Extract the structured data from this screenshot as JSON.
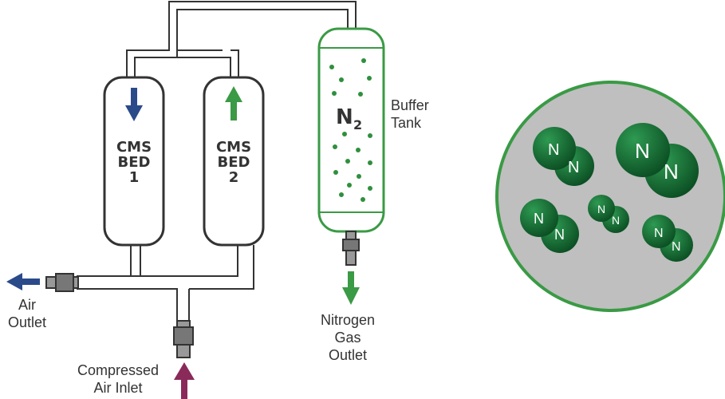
{
  "labels": {
    "bed1": [
      "CMS",
      "BED",
      "1"
    ],
    "bed2": [
      "CMS",
      "BED",
      "2"
    ],
    "tank_symbol": "N",
    "tank_subscript": "2",
    "buffer_tank": [
      "Buffer",
      "Tank"
    ],
    "air_outlet": [
      "Air",
      "Outlet"
    ],
    "nitrogen_outlet": [
      "Nitrogen",
      "Gas",
      "Outlet"
    ],
    "compressed_air_inlet": [
      "Compressed",
      "Air Inlet"
    ],
    "atom": "N"
  },
  "colors": {
    "outline": "#333333",
    "green": "#3a9a45",
    "dot_green": "#2f8f3d",
    "blue_arrow": "#2a4a8a",
    "inlet_arrow": "#8a2a5a",
    "magnifier_fill": "#bfbfbf",
    "molecule_dark": "#0f5a2a",
    "molecule_light": "#1d7a3c"
  },
  "icons": {
    "bed1_flow": "arrow-down-icon",
    "bed2_flow": "arrow-up-icon",
    "air_outlet_flow": "arrow-left-icon",
    "nitrogen_outlet_flow": "arrow-down-icon",
    "air_inlet_flow": "arrow-up-icon"
  }
}
